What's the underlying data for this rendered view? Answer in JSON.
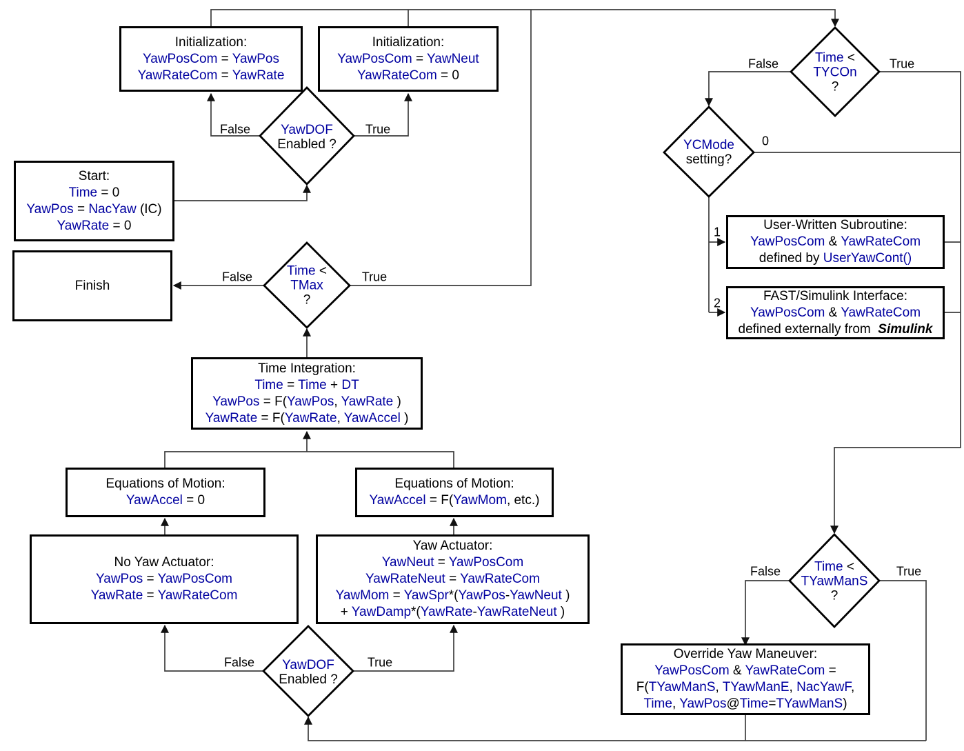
{
  "colors": {
    "variable_blue": "#0000A0",
    "text_black": "#000000",
    "connector": "#3d3d3d"
  },
  "labels": {
    "false": "False",
    "true": "True",
    "branch_0": "0",
    "branch_1": "1",
    "branch_2": "2"
  },
  "nodes": {
    "init_false": {
      "lines": [
        [
          [
            "Initialization:",
            "k"
          ]
        ],
        [
          [
            "YawPosCom",
            "b"
          ],
          [
            " = ",
            "k"
          ],
          [
            "YawPos",
            "b"
          ]
        ],
        [
          [
            "YawRateCom",
            "b"
          ],
          [
            " = ",
            "k"
          ],
          [
            "YawRate",
            "b"
          ]
        ]
      ]
    },
    "init_true": {
      "lines": [
        [
          [
            "Initialization:",
            "k"
          ]
        ],
        [
          [
            "YawPosCom",
            "b"
          ],
          [
            " = ",
            "k"
          ],
          [
            "YawNeut",
            "b"
          ]
        ],
        [
          [
            "YawRateCom",
            "b"
          ],
          [
            " = 0",
            "k"
          ]
        ]
      ]
    },
    "yawdof_top": {
      "lines": [
        [
          [
            "YawDOF",
            "b"
          ]
        ],
        [
          [
            "Enabled ?",
            "k"
          ]
        ]
      ]
    },
    "start": {
      "lines": [
        [
          [
            "Start:",
            "k"
          ]
        ],
        [
          [
            "Time",
            "b"
          ],
          [
            " = 0",
            "k"
          ]
        ],
        [
          [
            "YawPos",
            "b"
          ],
          [
            " = ",
            "k"
          ],
          [
            "NacYaw",
            "b"
          ],
          [
            " (IC)",
            "k"
          ]
        ],
        [
          [
            "YawRate",
            "b"
          ],
          [
            " = 0",
            "k"
          ]
        ]
      ]
    },
    "finish": {
      "lines": [
        [
          [
            "Finish",
            "k"
          ]
        ]
      ]
    },
    "tmax": {
      "lines": [
        [
          [
            "Time",
            "b"
          ],
          [
            " <",
            "k"
          ]
        ],
        [
          [
            "TMax",
            "b"
          ]
        ],
        [
          [
            "?",
            "k"
          ]
        ]
      ]
    },
    "time_integration": {
      "lines": [
        [
          [
            "Time Integration:",
            "k"
          ]
        ],
        [
          [
            "Time",
            "b"
          ],
          [
            " = ",
            "k"
          ],
          [
            "Time",
            "b"
          ],
          [
            " + ",
            "k"
          ],
          [
            "DT",
            "b"
          ]
        ],
        [
          [
            "YawPos",
            "b"
          ],
          [
            " = F(",
            "k"
          ],
          [
            "YawPos",
            "b"
          ],
          [
            ", ",
            "k"
          ],
          [
            "YawRate",
            "b"
          ],
          [
            " )",
            "k"
          ]
        ],
        [
          [
            "YawRate",
            "b"
          ],
          [
            " = F(",
            "k"
          ],
          [
            "YawRate",
            "b"
          ],
          [
            ", ",
            "k"
          ],
          [
            "YawAccel",
            "b"
          ],
          [
            " )",
            "k"
          ]
        ]
      ]
    },
    "eom_no_actuator": {
      "lines": [
        [
          [
            "Equations of Motion:",
            "k"
          ]
        ],
        [
          [
            "YawAccel",
            "b"
          ],
          [
            " = 0",
            "k"
          ]
        ]
      ]
    },
    "eom_actuator": {
      "lines": [
        [
          [
            "Equations of Motion:",
            "k"
          ]
        ],
        [
          [
            "YawAccel",
            "b"
          ],
          [
            " = F(",
            "k"
          ],
          [
            "YawMom",
            "b"
          ],
          [
            ", etc.)",
            "k"
          ]
        ]
      ]
    },
    "no_yaw_actuator": {
      "lines": [
        [
          [
            "No Yaw Actuator:",
            "k"
          ]
        ],
        [
          [
            "YawPos",
            "b"
          ],
          [
            " = ",
            "k"
          ],
          [
            "YawPosCom",
            "b"
          ]
        ],
        [
          [
            "YawRate",
            "b"
          ],
          [
            " = ",
            "k"
          ],
          [
            "YawRateCom",
            "b"
          ]
        ]
      ]
    },
    "yaw_actuator": {
      "lines": [
        [
          [
            "Yaw Actuator:",
            "k"
          ]
        ],
        [
          [
            "YawNeut",
            "b"
          ],
          [
            " = ",
            "k"
          ],
          [
            "YawPosCom",
            "b"
          ]
        ],
        [
          [
            "YawRateNeut",
            "b"
          ],
          [
            " = ",
            "k"
          ],
          [
            "YawRateCom",
            "b"
          ]
        ],
        [
          [
            "YawMom",
            "b"
          ],
          [
            " = ",
            "k"
          ],
          [
            "YawSpr",
            "b"
          ],
          [
            "*(",
            "k"
          ],
          [
            "YawPos",
            "b"
          ],
          [
            "-",
            "k"
          ],
          [
            "YawNeut",
            "b"
          ],
          [
            " )",
            "k"
          ]
        ],
        [
          [
            "+ ",
            "k"
          ],
          [
            "YawDamp",
            "b"
          ],
          [
            "*(",
            "k"
          ],
          [
            "YawRate",
            "b"
          ],
          [
            "-",
            "k"
          ],
          [
            "YawRateNeut",
            "b"
          ],
          [
            " )",
            "k"
          ]
        ]
      ]
    },
    "yawdof_bottom": {
      "lines": [
        [
          [
            "YawDOF",
            "b"
          ]
        ],
        [
          [
            "Enabled ?",
            "k"
          ]
        ]
      ]
    },
    "tycon": {
      "lines": [
        [
          [
            "Time",
            "b"
          ],
          [
            " <",
            "k"
          ]
        ],
        [
          [
            "TYCOn",
            "b"
          ]
        ],
        [
          [
            "?",
            "k"
          ]
        ]
      ]
    },
    "ycmode": {
      "lines": [
        [
          [
            "YCMode",
            "b"
          ]
        ],
        [
          [
            "setting?",
            "k"
          ]
        ]
      ]
    },
    "user_subroutine": {
      "lines": [
        [
          [
            "User-Written Subroutine:",
            "k"
          ]
        ],
        [
          [
            "YawPosCom",
            "b"
          ],
          [
            " & ",
            "k"
          ],
          [
            "YawRateCom",
            "b"
          ]
        ],
        [
          [
            "defined by ",
            "k"
          ],
          [
            "UserYawCont()",
            "b"
          ]
        ]
      ]
    },
    "simulink_interface": {
      "lines": [
        [
          [
            "FAST/Simulink Interface:",
            "k"
          ]
        ],
        [
          [
            "YawPosCom",
            "b"
          ],
          [
            " & ",
            "k"
          ],
          [
            "YawRateCom",
            "b"
          ]
        ],
        [
          [
            "defined externally from  ",
            "k"
          ],
          [
            "Simulink",
            "bi"
          ]
        ]
      ]
    },
    "tyawmans": {
      "lines": [
        [
          [
            "Time",
            "b"
          ],
          [
            " <",
            "k"
          ]
        ],
        [
          [
            "TYawManS",
            "b"
          ]
        ],
        [
          [
            "?",
            "k"
          ]
        ]
      ]
    },
    "override_maneuver": {
      "lines": [
        [
          [
            "Override Yaw Maneuver:",
            "k"
          ]
        ],
        [
          [
            "YawPosCom",
            "b"
          ],
          [
            " & ",
            "k"
          ],
          [
            "YawRateCom",
            "b"
          ],
          [
            " =",
            "k"
          ]
        ],
        [
          [
            "F(",
            "k"
          ],
          [
            "TYawManS",
            "b"
          ],
          [
            ", ",
            "k"
          ],
          [
            "TYawManE",
            "b"
          ],
          [
            ", ",
            "k"
          ],
          [
            "NacYawF",
            "b"
          ],
          [
            ",",
            "k"
          ]
        ],
        [
          [
            "Time",
            "b"
          ],
          [
            ", ",
            "k"
          ],
          [
            "YawPos",
            "b"
          ],
          [
            "@",
            "k"
          ],
          [
            "Time",
            "b"
          ],
          [
            "=",
            "k"
          ],
          [
            "TYawManS",
            "b"
          ],
          [
            ")",
            "k"
          ]
        ]
      ]
    }
  }
}
